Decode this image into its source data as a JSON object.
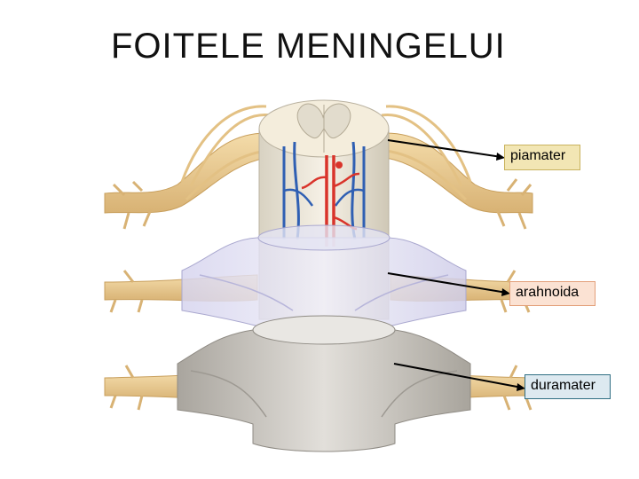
{
  "title": "FOITELE MENINGELUI",
  "labels": {
    "piamater": "piamater",
    "arahnoida": "arahnoida",
    "duramater": "duramater"
  },
  "colors": {
    "nerve": "#e9c98e",
    "cord": "#efe8d8",
    "artery": "#d9342b",
    "vein": "#2f5fb3",
    "arachnoid": "#c9c8e6",
    "dura": "#c8c5c0"
  }
}
